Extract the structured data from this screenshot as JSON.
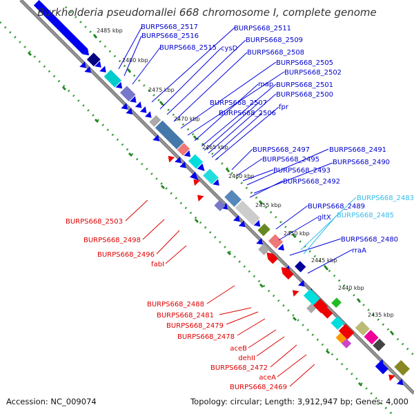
{
  "title": "Burkholderia pseudomallei 668 chromosome I, complete genome",
  "footer": {
    "accession": "Accession: NC_009074",
    "summary": "Topology: circular; Length: 3,912,947 bp; Genes: 4,000"
  },
  "colors": {
    "backbone": "#7f7f7f",
    "cds_forward": "#0000ee",
    "cds_reverse": "#ee0000",
    "label_forward": "#0000cc",
    "label_reverse": "#dd0000",
    "label_cyan": "#33bbee",
    "tick_dots": "#339933",
    "tick_marks": "#228822"
  },
  "ticks": [
    "2485 kbp",
    "2480 kbp",
    "2475 kbp",
    "2470 kbp",
    "2465 kbp",
    "2460 kbp",
    "2455 kbp",
    "2450 kbp",
    "2445 kbp",
    "2440 kbp",
    "2435 kbp"
  ],
  "labels_forward": [
    "BURPS668_2517",
    "BURPS668_2516",
    "BURPS668_2515",
    "BURPS668_2511",
    "cysD",
    "BURPS668_2509",
    "BURPS668_2508",
    "BURPS668_2505",
    "BURPS668_2502",
    "map",
    "BURPS668_2501",
    "BURPS668_2507",
    "BURPS668_2500",
    "BURPS668_2506",
    "fpr",
    "BURPS668_2497",
    "BURPS668_2491",
    "BURPS668_2495",
    "BURPS668_2490",
    "BURPS668_2493",
    "BURPS668_2492",
    "BURPS668_2489",
    "gltX",
    "BURPS668_2480",
    "rraA"
  ],
  "labels_cyan": [
    "BURPS668_2483",
    "BURPS668_2485"
  ],
  "labels_reverse": [
    "BURPS668_2503",
    "BURPS668_2498",
    "BURPS668_2496",
    "fabI",
    "BURPS668_2488",
    "BURPS668_2481",
    "BURPS668_2479",
    "BURPS668_2478",
    "aceB",
    "dehII",
    "BURPS668_2472",
    "aceA",
    "BURPS668_2469"
  ]
}
